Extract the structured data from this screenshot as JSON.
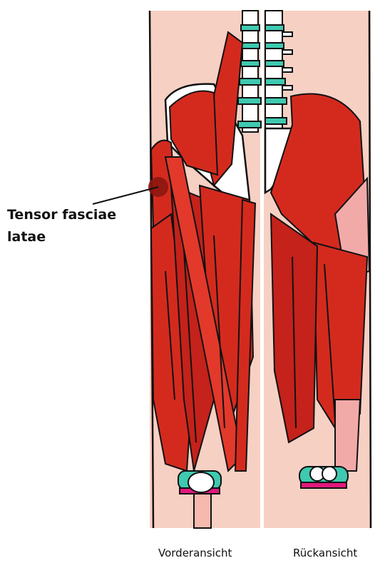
{
  "callout": {
    "line1": "Tensor fasciae",
    "line2": "latae"
  },
  "captions": {
    "front": "Vorderansicht",
    "back": "Rückansicht"
  },
  "colors": {
    "muscle": "#d42a1e",
    "muscle_dark": "#b81c14",
    "skin": "#f7d0c4",
    "bone": "#ffffff",
    "cartilage": "#3fc9b0",
    "meniscus": "#e0187c",
    "marker": "#8c1610",
    "outline": "#111111"
  }
}
